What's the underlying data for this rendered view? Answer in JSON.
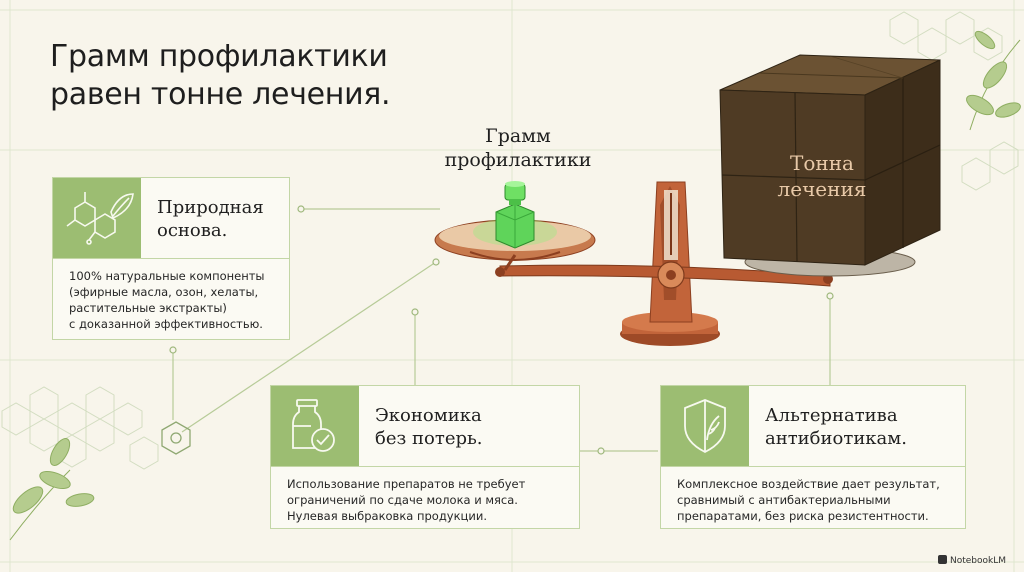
{
  "title": {
    "line1": "Грамм профилактики",
    "line2": "равен тонне лечения."
  },
  "scale": {
    "gram_label_line1": "Грамм",
    "gram_label_line2": "профилактики",
    "ton_label_line1": "Тонна",
    "ton_label_line2": "лечения"
  },
  "cards": [
    {
      "icon": "molecule-leaf-icon",
      "title_line1": "Природная",
      "title_line2": "основа.",
      "body": [
        "100% натуральные компоненты",
        "(эфирные масла, озон, хелаты,",
        "растительные экстракты)",
        "с доказанной эффективностью."
      ]
    },
    {
      "icon": "milk-jug-check-icon",
      "title_line1": "Экономика",
      "title_line2": "без потерь.",
      "body": [
        "Использование препаратов не требует",
        "ограничений по сдаче молока и мяса.",
        "Нулевая выбраковка продукции."
      ]
    },
    {
      "icon": "shield-leaf-icon",
      "title_line1": "Альтернатива",
      "title_line2": "антибиотикам.",
      "body": [
        "Комплексное воздействие дает результат,",
        "сравнимый с антибактериальными",
        "препаратами, без риска резистентности."
      ]
    }
  ],
  "branding": {
    "text": "NotebookLM"
  },
  "colors": {
    "background": "#f8f5eb",
    "accent_green": "#9cbd72",
    "border_green": "#c3d6a6",
    "scale_copper": "#c2643a",
    "cube_brown": "#4f3b24",
    "weight_green": "#5fd45a"
  }
}
